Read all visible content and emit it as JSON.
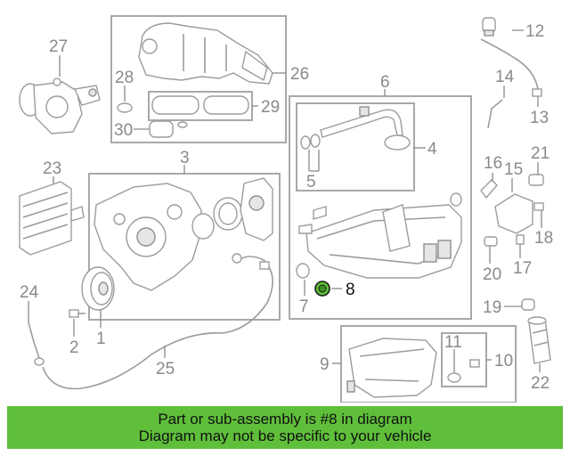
{
  "callouts": {
    "c1": "1",
    "c2": "2",
    "c3": "3",
    "c4": "4",
    "c5": "5",
    "c6": "6",
    "c7": "7",
    "c8": "8",
    "c9": "9",
    "c10": "10",
    "c11": "11",
    "c12": "12",
    "c13": "13",
    "c14": "14",
    "c15": "15",
    "c16": "16",
    "c17": "17",
    "c18": "18",
    "c19": "19",
    "c20": "20",
    "c21": "21",
    "c22": "22",
    "c23": "23",
    "c24": "24",
    "c25": "25",
    "c26": "26",
    "c27": "27",
    "c28": "28",
    "c29": "29",
    "c30": "30"
  },
  "highlight": {
    "part_number": "8",
    "color": "#5fbf3a"
  },
  "banner": {
    "line1": "Part or sub-assembly is #8 in diagram",
    "line2": "Diagram may not be specific to your vehicle",
    "color": "#5fbf3a"
  }
}
